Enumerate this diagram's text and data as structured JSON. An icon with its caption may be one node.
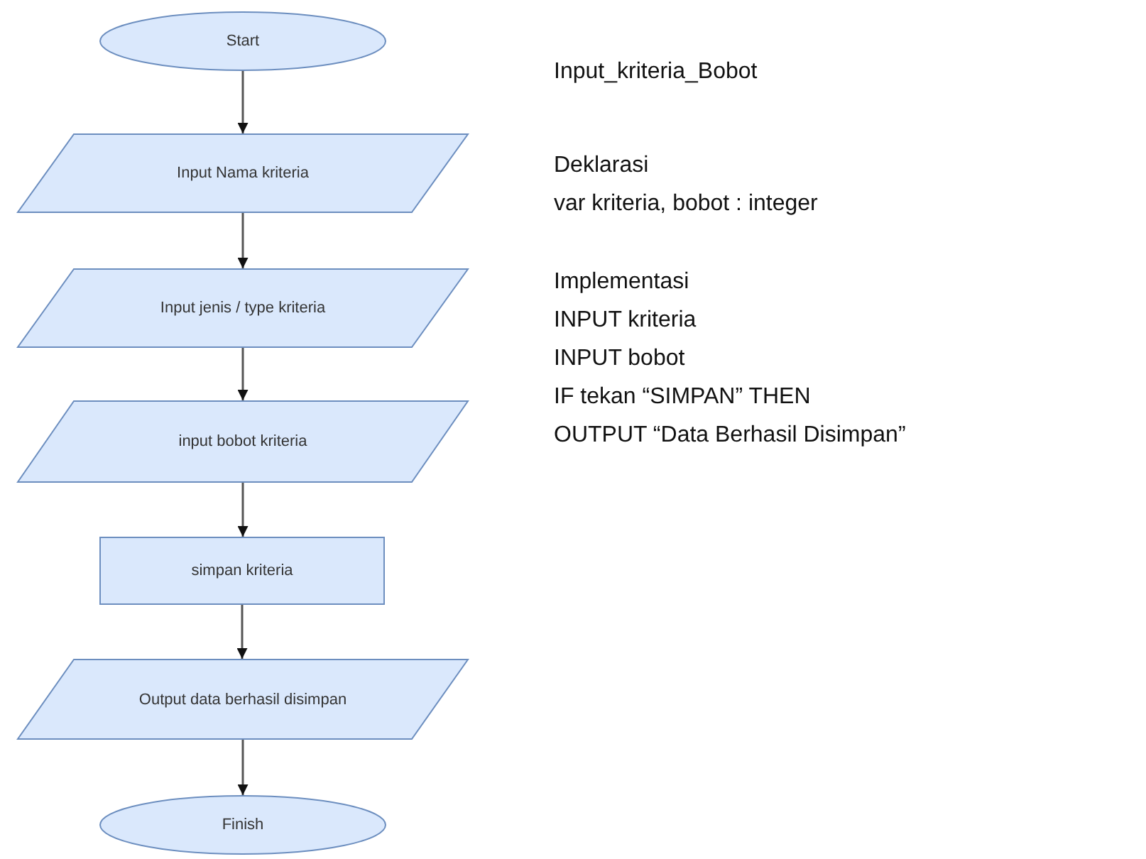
{
  "diagram": {
    "nodes": [
      {
        "text": [
          "Start"
        ]
      },
      {
        "text": [
          "Input Nama kriteria"
        ]
      },
      {
        "text": [
          "Input jenis / type kriteria"
        ]
      },
      {
        "text": [
          "input bobot kriteria"
        ]
      },
      {
        "text": [
          "simpan kriteria"
        ]
      },
      {
        "text": [
          "Output data berhasil disimpan"
        ]
      },
      {
        "text": [
          "Finish"
        ]
      }
    ],
    "edges": [
      {
        "from": 0,
        "to": 1,
        "arrow": "to"
      },
      {
        "from": 1,
        "to": 2,
        "arrow": "to"
      },
      {
        "from": 2,
        "to": 3,
        "arrow": "to"
      },
      {
        "from": 3,
        "to": 4,
        "arrow": "to"
      },
      {
        "from": 4,
        "to": 5,
        "arrow": "to"
      },
      {
        "from": 5,
        "to": 6,
        "arrow": "to"
      }
    ],
    "labels": [
      "Input_kriteria_Bobot",
      "Deklarasi",
      "var kriteria, bobot : integer",
      "Implementasi",
      "INPUT kriteria",
      "INPUT bobot",
      "IF tekan “SIMPAN” THEN",
      "OUTPUT “Data Berhasil Disimpan”"
    ]
  }
}
